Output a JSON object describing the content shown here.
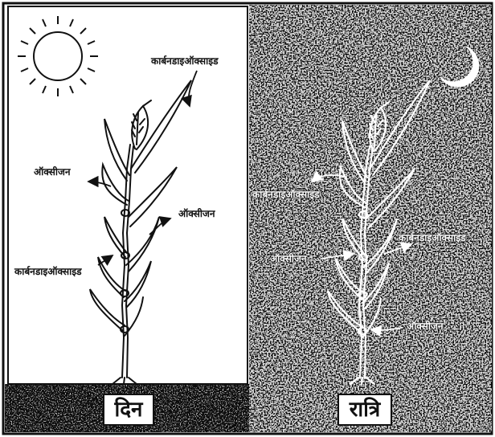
{
  "day_panel": {
    "caption": "दिन",
    "labels": {
      "co2_top": "कार्बनडाइऑक्साइड",
      "oxygen_left": "ऑक्सीजन",
      "oxygen_right": "ऑक्सीजन",
      "co2_bottom": "कार्बनडाइऑक्साइड"
    }
  },
  "night_panel": {
    "caption": "रात्रि",
    "labels": {
      "co2_left": "कार्बनडाइऑक्साइड",
      "co2_right": "कार्बनडाइऑक्साइड",
      "oxygen_left": "ऑक्सीजन",
      "oxygen_bottom": "ऑक्सीजन"
    }
  },
  "colors": {
    "ink": "#111111",
    "night_bg": "#0b0b0b",
    "paper": "#ffffff",
    "speckle": "#e8e8e8"
  },
  "icons": [
    "sun-icon",
    "crescent-moon-icon",
    "wheat-plant-icon",
    "arrow-icon"
  ]
}
